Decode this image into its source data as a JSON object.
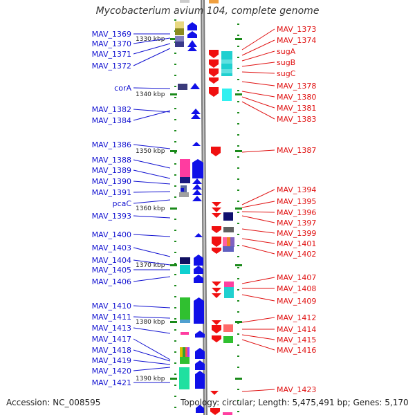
{
  "title": "Mycobacterium avium 104, complete genome",
  "footer": {
    "accession": "Accession: NC_008595",
    "summary": "Topology: circular; Length: 5,475,491 bp; Genes: 5,170"
  },
  "colors": {
    "forward_label": "#1010d0",
    "reverse_label": "#e01010",
    "forward_arrow": "#1010e8",
    "reverse_arrow": "#f01010",
    "tick": "#1a8a1a",
    "backbone": "#999999"
  },
  "scale_labels": [
    "1330 kbp",
    "1340 kbp",
    "1350 kbp",
    "1360 kbp",
    "1370 kbp",
    "1380 kbp",
    "1390 kbp"
  ],
  "left_genes": [
    "MAV_1369",
    "MAV_1370",
    "MAV_1371",
    "MAV_1372",
    "corA",
    "MAV_1382",
    "MAV_1384",
    "MAV_1386",
    "MAV_1388",
    "MAV_1389",
    "MAV_1390",
    "MAV_1391",
    "pcaC",
    "MAV_1393",
    "MAV_1400",
    "MAV_1403",
    "MAV_1404",
    "MAV_1405",
    "MAV_1406",
    "MAV_1410",
    "MAV_1411",
    "MAV_1413",
    "MAV_1417",
    "MAV_1418",
    "MAV_1419",
    "MAV_1420",
    "MAV_1421"
  ],
  "right_genes": [
    "MAV_1373",
    "MAV_1374",
    "sugA",
    "sugB",
    "sugC",
    "MAV_1378",
    "MAV_1380",
    "MAV_1381",
    "MAV_1383",
    "MAV_1387",
    "MAV_1394",
    "MAV_1395",
    "MAV_1396",
    "MAV_1397",
    "MAV_1399",
    "MAV_1401",
    "MAV_1402",
    "MAV_1407",
    "MAV_1408",
    "MAV_1409",
    "MAV_1412",
    "MAV_1414",
    "MAV_1415",
    "MAV_1416",
    "MAV_1423"
  ]
}
